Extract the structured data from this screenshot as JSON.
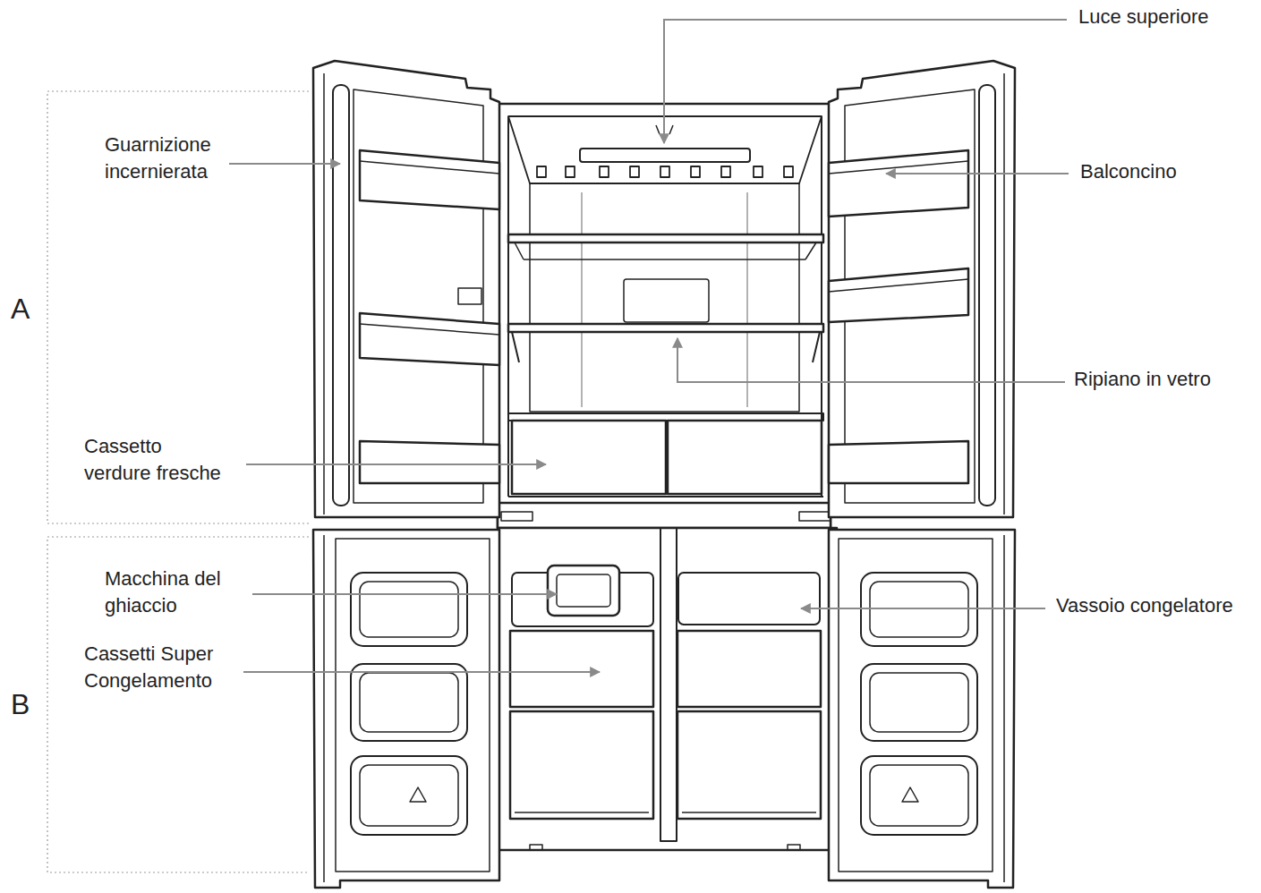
{
  "diagram": {
    "labels": [
      "Luce superiore",
      "Guarnizione incernierata",
      "Balconcino",
      "A",
      "Ripiano in vetro",
      "Cassetto verdure fresche",
      "Macchina del ghiaccio",
      "Vassoio congelatore",
      "Cassetti Super Congelamento",
      "B"
    ]
  }
}
